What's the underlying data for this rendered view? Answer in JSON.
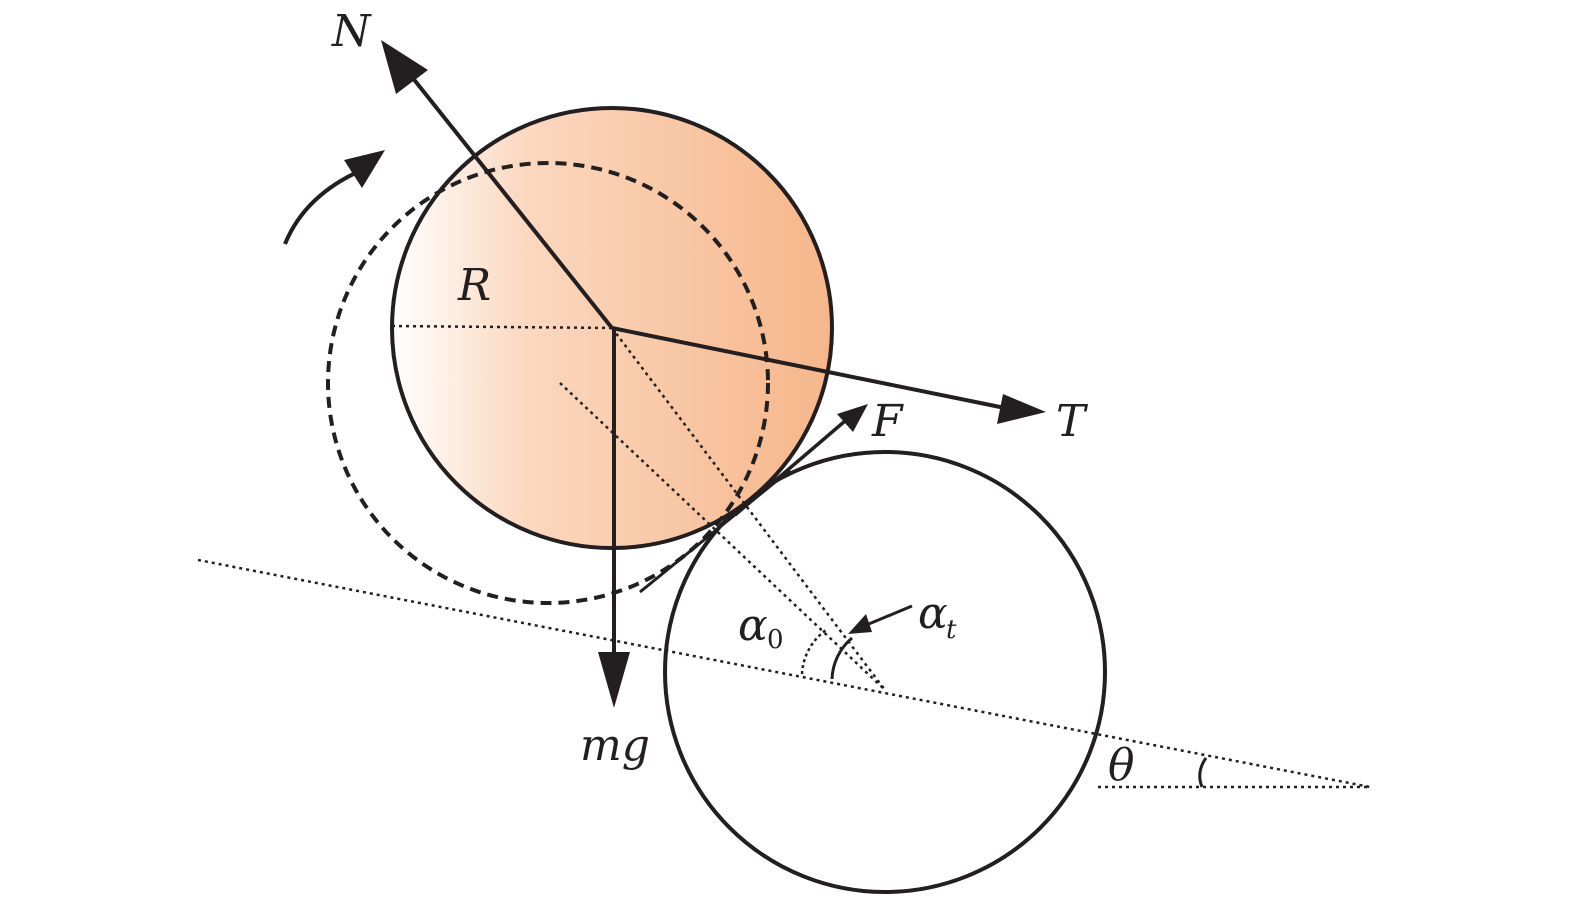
{
  "labels": {
    "normal_force": "N",
    "radius": "R",
    "friction": "F",
    "tension": "T",
    "weight": "mg",
    "alpha_initial": "α",
    "alpha_initial_sub": "0",
    "alpha_current": "α",
    "alpha_current_sub": "t",
    "incline_angle": "θ"
  },
  "colors": {
    "stroke": "#231f20",
    "ball_fill_light": "#fff4ec",
    "ball_fill_dark": "#f6b88c",
    "background": "#ffffff"
  }
}
